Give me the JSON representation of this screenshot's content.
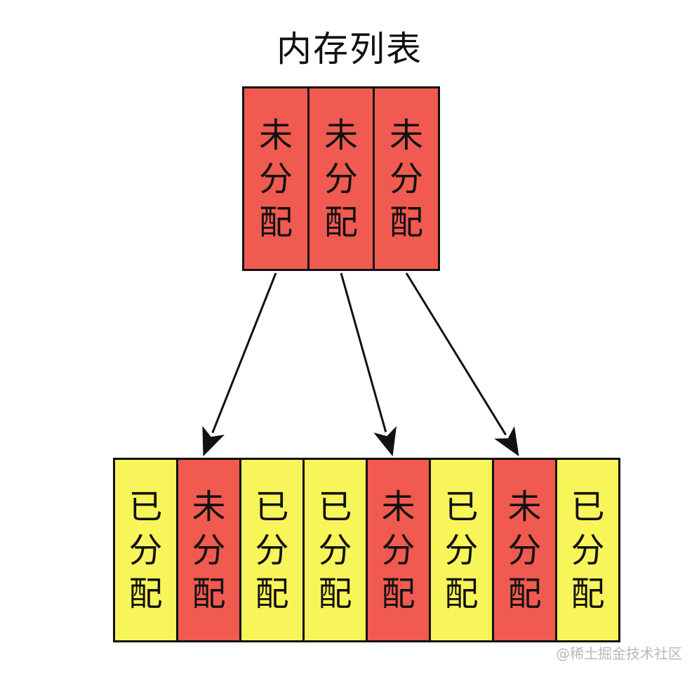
{
  "title": "内存列表",
  "colors": {
    "unallocated": "#f05a50",
    "allocated": "#f8f55a",
    "border": "#111111"
  },
  "free_list": [
    {
      "label": "未分配",
      "state": "unallocated"
    },
    {
      "label": "未分配",
      "state": "unallocated"
    },
    {
      "label": "未分配",
      "state": "unallocated"
    }
  ],
  "memory": [
    {
      "label": "已分配",
      "state": "allocated"
    },
    {
      "label": "未分配",
      "state": "unallocated"
    },
    {
      "label": "已分配",
      "state": "allocated"
    },
    {
      "label": "已分配",
      "state": "allocated"
    },
    {
      "label": "未分配",
      "state": "unallocated"
    },
    {
      "label": "已分配",
      "state": "allocated"
    },
    {
      "label": "未分配",
      "state": "unallocated"
    },
    {
      "label": "已分配",
      "state": "allocated"
    }
  ],
  "links": [
    {
      "from": 0,
      "to": 1
    },
    {
      "from": 1,
      "to": 4
    },
    {
      "from": 2,
      "to": 6
    }
  ],
  "watermark": "@稀土掘金技术社区"
}
